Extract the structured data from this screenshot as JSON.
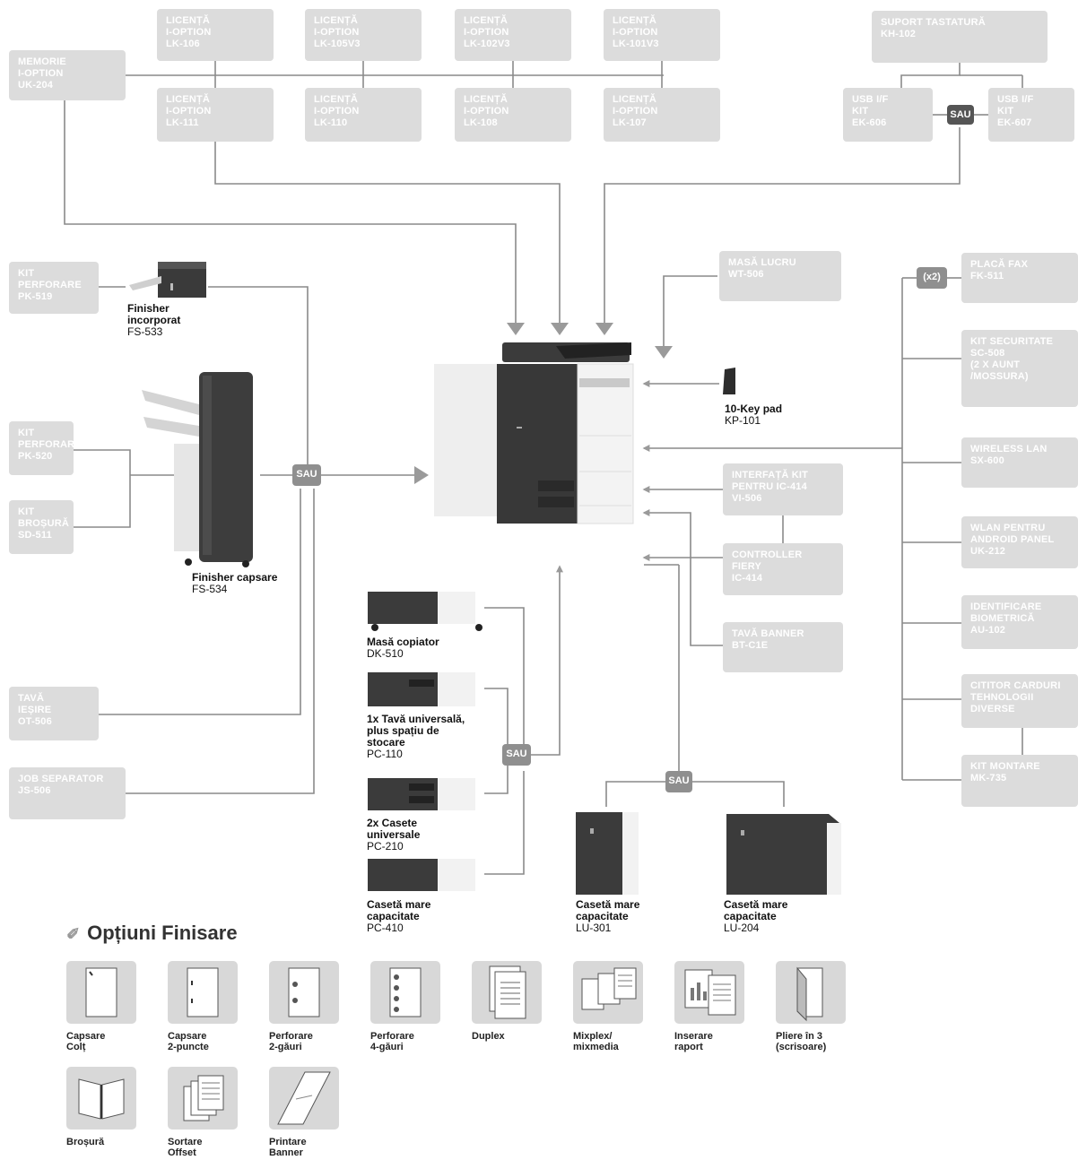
{
  "top_boxes": {
    "memorie": "MEMORIE\nI-OPTION\nUK-204",
    "lk106": "LICENȚĂ\nI-OPTION\nLK-106",
    "lk105": "LICENȚĂ\nI-OPTION\nLK-105v3",
    "lk102": "LICENȚĂ\nI-OPTION\nLK-102v3",
    "lk101": "LICENȚĂ\nI-OPTION\nLK-101v3",
    "lk111": "LICENȚĂ\nI-OPTION\nLK-111",
    "lk110": "LICENȚĂ\nI-OPTION\nLK-110",
    "lk108": "LICENȚĂ\nI-OPTION\nLK-108",
    "lk107": "LICENȚĂ\nI-OPTION\nLK-107",
    "suport": "SUPORT TASTATURĂ\nKH-102",
    "usb606": "USB I/F\nKIT\nEK-606",
    "usb607": "USB I/F\nKIT\nEK-607"
  },
  "left_boxes": {
    "perf519": "KIT\nPERFORARE\nPK-519",
    "perf520": "KIT\nPERFORARE\nPK-520",
    "brosura": "KIT\nBROȘURĂ\nSD-511",
    "tava": "TAVĂ\nIEȘIRE\nOT-506",
    "job": "JOB SEPARATOR\nJS-506"
  },
  "right_boxes": {
    "masa": "MASĂ LUCRU\nWT-506",
    "interfata": "INTERFAȚĂ KIT\nPENTRU IC-414\nVI-506",
    "controller": "CONTROLLER\nFIERY\nIC-414",
    "banner": "TAVĂ BANNER\nBT-C1e",
    "fax": "PLACĂ FAX\nFK-511",
    "securitate": "KIT SECURITATE\nSC-508\n(2 x aunt /mossura)",
    "wireless": "WIRELESS LAN\nSX-600",
    "wlan": "WLAN PENTRU\nANDROID PANEL\nUK-212",
    "biometrica": "IDENTIFICARE\nBIOMETRICĂ\nAU-102",
    "cititor": "CITITOR CARDURI\nTEHNOLOGII\nDIVERSE",
    "montare": "KIT MONTARE\nMK-735"
  },
  "badges": {
    "sau": "SAU",
    "x2": "(x2)"
  },
  "devices": {
    "fs533": {
      "name": "Finisher\nincorporat",
      "code": "FS-533"
    },
    "fs534": {
      "name": "Finisher capsare",
      "code": "FS-534"
    },
    "keypad": {
      "name": "10-Key pad",
      "code": "KP-101"
    },
    "dk510": {
      "name": "Masă copiator",
      "code": "DK-510"
    },
    "pc110": {
      "name": "1x Tavă universală,\nplus spațiu de\nstocare",
      "code": "PC-110"
    },
    "pc210": {
      "name": "2x Casete\nuniversale",
      "code": "PC-210"
    },
    "pc410": {
      "name": "Casetă mare\ncapacitate",
      "code": "PC-410"
    },
    "lu301": {
      "name": "Casetă mare\ncapacitate",
      "code": "LU-301"
    },
    "lu204": {
      "name": "Casetă mare\ncapacitate",
      "code": "LU-204"
    }
  },
  "finishing": {
    "title": "Opțiuni Finisare",
    "items": [
      "Capsare\nColț",
      "Capsare\n2-puncte",
      "Perforare\n2-găuri",
      "Perforare\n4-găuri",
      "Duplex",
      "Mixplex/\nmixmedia",
      "Inserare\nraport",
      "Pliere în 3\n(scrisoare)",
      "Broșură",
      "Sortare\nOffset",
      "Printare\nBanner"
    ]
  },
  "colors": {
    "box": "#dcdcdc",
    "line": "#8a8a8a",
    "arrow": "#9a9a9a",
    "sau": "#8f8f8f"
  }
}
